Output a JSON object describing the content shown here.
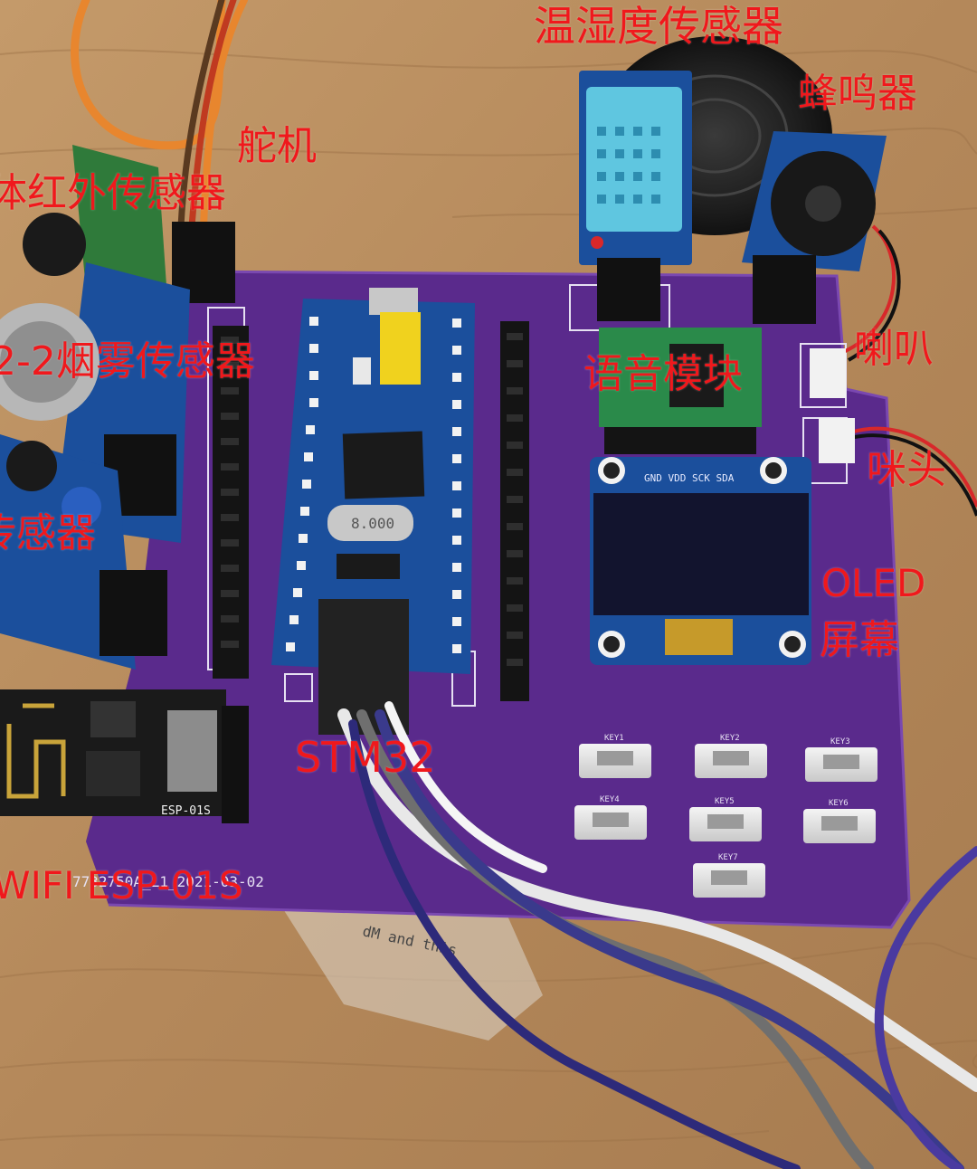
{
  "labels": {
    "title": "温湿度传感器",
    "buzzer": "蜂鸣器",
    "servo": "舵机",
    "pir": "体红外传感器",
    "smoke": "2-2烟雾传感器",
    "speaker": "喇叭",
    "voice": "语音模块",
    "mic": "咪头",
    "sensor": "传感器",
    "oled": "OLED",
    "screen": "屏幕",
    "stm": "STM32",
    "wifi": "WIFI ESP-01S"
  },
  "silkscreen": {
    "esp": "ESP-01S",
    "board_code": "7732750A_L1_2021-03-02",
    "oled_pins": "GND VDD SCK SDA",
    "crystal": "8.000",
    "bag_text": "dM and this"
  },
  "key_labels": [
    "KEY1",
    "KEY2",
    "KEY3",
    "KEY4",
    "KEY5",
    "KEY6",
    "KEY7"
  ],
  "colors": {
    "label": "#f0181c",
    "pcb": "#5a2a8c",
    "bluepill": "#1b4f9c",
    "wood": "#b58a5c"
  }
}
